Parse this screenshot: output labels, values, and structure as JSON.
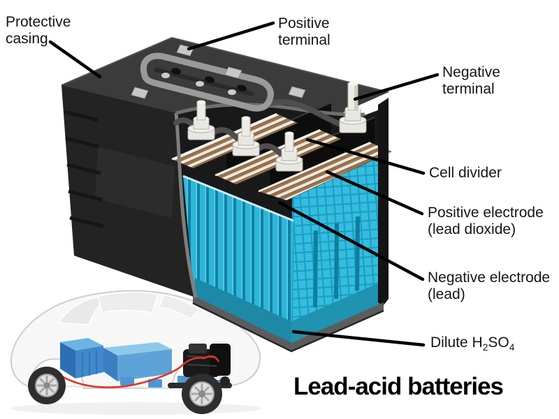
{
  "figure": {
    "title": "Lead-acid batteries",
    "background": "#ffffff",
    "label_text_color": "#151515",
    "leader_line_color": "#000000"
  },
  "labels": [
    {
      "id": "protective-casing",
      "lines": [
        "Protective",
        "casing"
      ]
    },
    {
      "id": "positive-terminal",
      "lines": [
        "Positive",
        "terminal"
      ]
    },
    {
      "id": "negative-terminal",
      "lines": [
        "Negative",
        "terminal"
      ]
    },
    {
      "id": "cell-divider",
      "lines": [
        "Cell divider"
      ]
    },
    {
      "id": "positive-electrode",
      "lines": [
        "Positive electrode",
        "(lead dioxide)"
      ]
    },
    {
      "id": "negative-electrode",
      "lines": [
        "Negative electrode",
        "(lead)"
      ]
    },
    {
      "id": "dilute-h2so4",
      "text": "Dilute H2SO4",
      "formula": {
        "pre": "Dilute H",
        "sub_a": "2",
        "mid": "SO",
        "sub_b": "4"
      }
    }
  ],
  "illustration_colors": {
    "casing_top": "#3b3b3b",
    "casing_front": "#232323",
    "electrolyte_cyan": "#2db6d9",
    "grid_face_cyan": "#34bde0",
    "acid_teal": "#1d89a6",
    "plate_negative_white": "#ece9e4",
    "plate_positive_brown": "#9b7347",
    "terminal_white": "#edece6",
    "handle_gray": "#9a9a9a",
    "car_pack_blue": "#4189cc",
    "cable_red": "#e03224"
  }
}
